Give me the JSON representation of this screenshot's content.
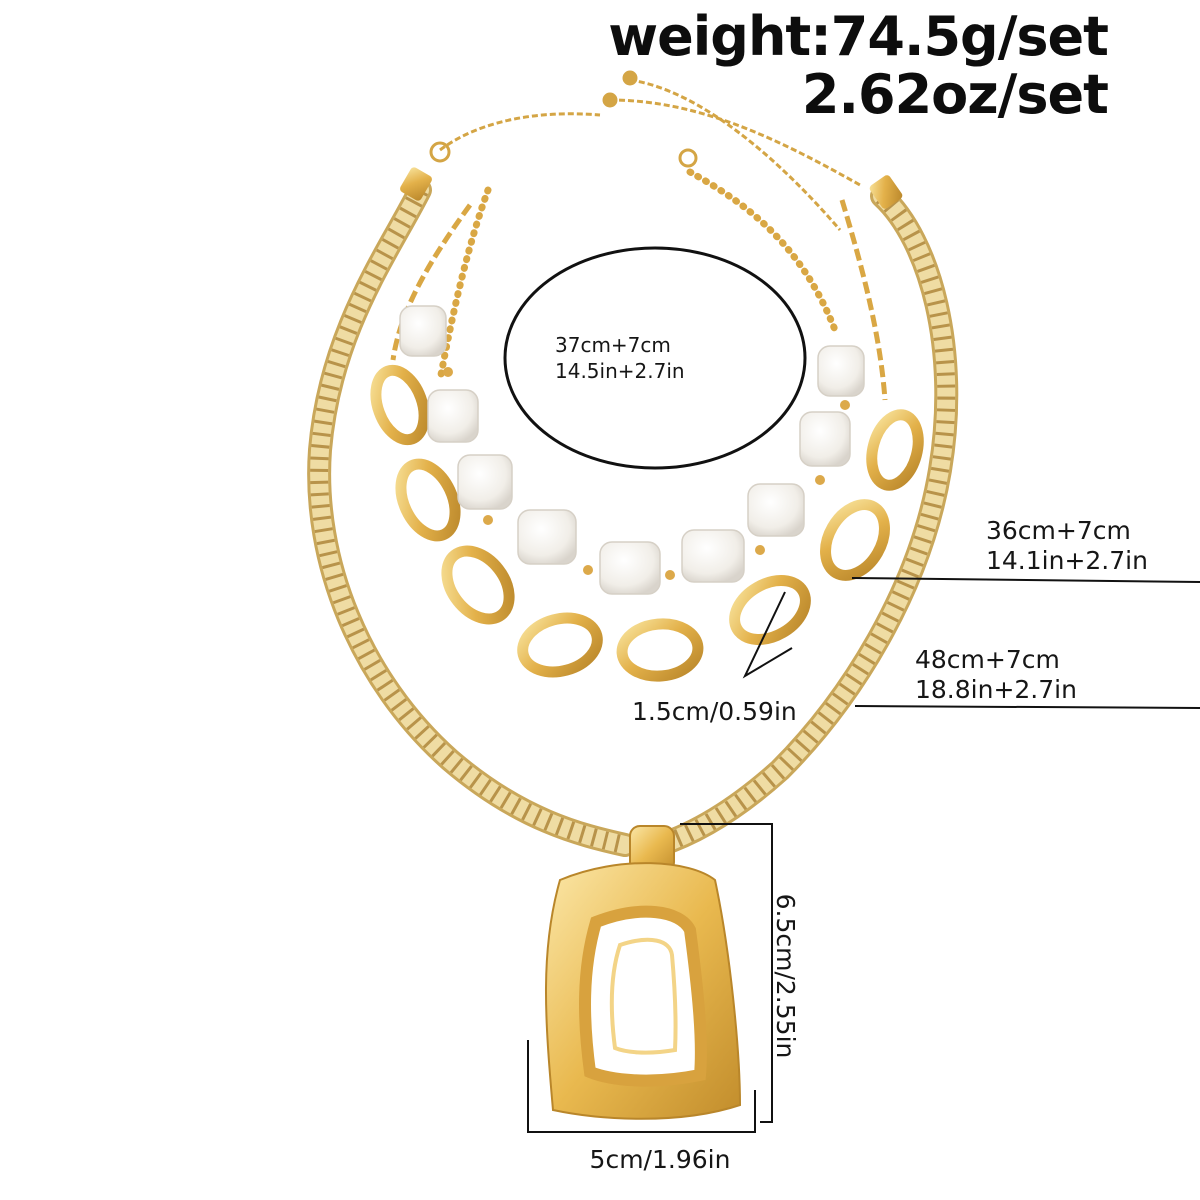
{
  "product": {
    "weight_grams": "weight:74.5g/set",
    "weight_ounces": "2.62oz/set"
  },
  "measurements": {
    "choker_length_cm": "37cm+7cm",
    "choker_length_in": "14.5in+2.7in",
    "link_chain_length_cm": "36cm+7cm",
    "link_chain_length_in": "14.1in+2.7in",
    "rope_chain_length_cm": "48cm+7cm",
    "rope_chain_length_in": "18.8in+2.7in",
    "link_size": "1.5cm/0.59in",
    "pendant_height": "6.5cm/2.55in",
    "pendant_width": "5cm/1.96in"
  },
  "colors": {
    "gold": "#e3b14a",
    "gold_light": "#f6d98a",
    "gold_dark": "#b9862a",
    "rope": "#e7cf8c",
    "pearl": "#f4f1ec",
    "line": "#111111",
    "background": "#ffffff"
  }
}
